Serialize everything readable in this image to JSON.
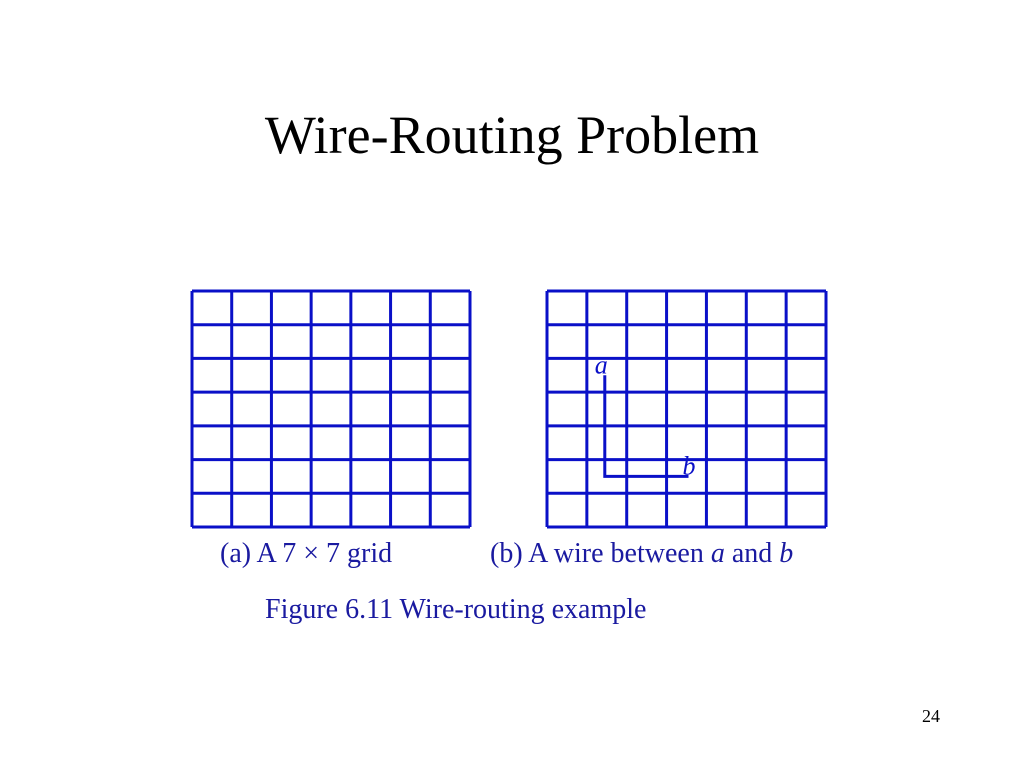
{
  "slide": {
    "title": "Wire-Routing Problem",
    "page_number": "24"
  },
  "figure": {
    "grid_size": 7,
    "grid_color": "#0a10c8",
    "caption_color": "#1a1aa0",
    "caption_a": "(a) A 7 × 7 grid",
    "caption_b_prefix": "(b) A wire between ",
    "caption_b_a": "a",
    "caption_b_and": " and ",
    "caption_b_b": "b",
    "figure_caption": "Figure 6.11 Wire-routing example",
    "wire": {
      "start_label": "a",
      "end_label": "b",
      "start": {
        "row": 2,
        "col": 1
      },
      "corner": {
        "row": 5,
        "col": 1
      },
      "end": {
        "row": 5,
        "col": 3
      }
    }
  }
}
